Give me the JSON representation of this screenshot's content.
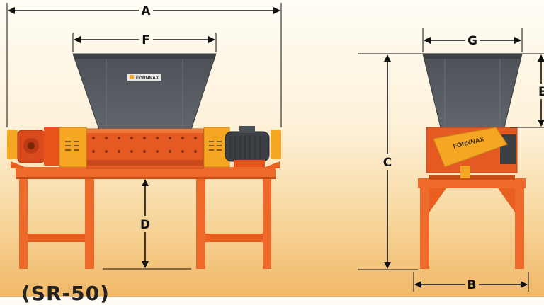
{
  "dimensions": {
    "A": "A",
    "B": "B",
    "C": "C",
    "D": "D",
    "E": "E",
    "F": "F",
    "G": "G"
  },
  "brand": {
    "front_plate": "FORNNAX",
    "side_cover": "FORNNAX"
  },
  "caption": "(SR-50)",
  "colors": {
    "frame": "#ee6a2a",
    "gearbox": "#d94a1c",
    "hopper": "#555a60",
    "motor": "#3c4045",
    "cover": "#f5a623",
    "dimension_line": "#111111"
  }
}
